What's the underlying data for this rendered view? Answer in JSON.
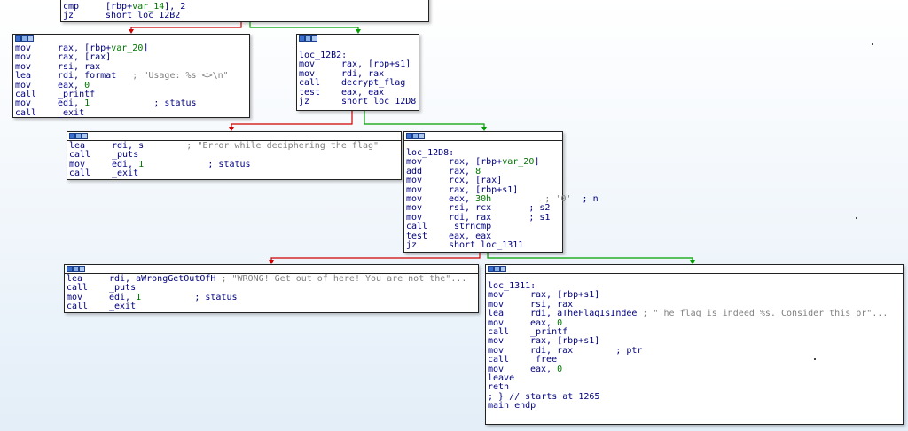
{
  "blocks": {
    "top": {
      "lines": [
        {
          "mn": "cmp",
          "op": "[rbp+",
          "var": "var_14",
          "rest": "], 2"
        },
        {
          "mn": "jz",
          "op": "short loc_12B2"
        }
      ]
    },
    "usage": {
      "lines": [
        {
          "mn": "mov",
          "op": "rax, [rbp+",
          "var": "var_20",
          "rest": "]"
        },
        {
          "mn": "mov",
          "op": "rax, [rax]"
        },
        {
          "mn": "mov",
          "op": "rsi, rax"
        },
        {
          "mn": "lea",
          "op": "rdi, format",
          "cm": "; \"Usage: %s <>\\n\""
        },
        {
          "mn": "mov",
          "op": "eax, ",
          "num": "0"
        },
        {
          "mn": "call",
          "op": "_printf"
        },
        {
          "mn": "mov",
          "op": "edi, ",
          "num": "1",
          "cm2": "; status"
        },
        {
          "mn": "call",
          "op": "_exit"
        }
      ]
    },
    "loc12b2": {
      "label": "loc_12B2:",
      "lines": [
        {
          "mn": "mov",
          "op": "rax, [rbp+s1]"
        },
        {
          "mn": "mov",
          "op": "rdi, rax"
        },
        {
          "mn": "call",
          "op": "decrypt_flag"
        },
        {
          "mn": "test",
          "op": "eax, eax"
        },
        {
          "mn": "jz",
          "op": "short loc_12D8"
        }
      ]
    },
    "error": {
      "lines": [
        {
          "mn": "lea",
          "op": "rdi, s",
          "cm": "; \"Error while deciphering the flag\""
        },
        {
          "mn": "call",
          "op": "_puts"
        },
        {
          "mn": "mov",
          "op": "edi, ",
          "num": "1",
          "cm2": "; status"
        },
        {
          "mn": "call",
          "op": "_exit"
        }
      ]
    },
    "loc12d8": {
      "label": "loc_12D8:",
      "lines": [
        {
          "mn": "mov",
          "op": "rax, [rbp+",
          "var": "var_20",
          "rest": "]"
        },
        {
          "mn": "add",
          "op": "rax, ",
          "num": "8"
        },
        {
          "mn": "mov",
          "op": "rcx, [rax]"
        },
        {
          "mn": "mov",
          "op": "rax, [rbp+s1]"
        },
        {
          "mn": "mov",
          "op": "edx, ",
          "num": "30h",
          "cm": " ; '0'",
          "cm2": "  ; n"
        },
        {
          "mn": "mov",
          "op": "rsi, rcx",
          "cm2": "       ; s2"
        },
        {
          "mn": "mov",
          "op": "rdi, rax",
          "cm2": "       ; s1"
        },
        {
          "mn": "call",
          "op": "_strncmp"
        },
        {
          "mn": "test",
          "op": "eax, eax"
        },
        {
          "mn": "jz",
          "op": "short loc_1311"
        }
      ]
    },
    "wrong": {
      "lines": [
        {
          "mn": "lea",
          "op": "rdi, aWrongGetOutOfH",
          "cm": " ; \"WRONG! Get out of here! You are not the\"..."
        },
        {
          "mn": "call",
          "op": "_puts"
        },
        {
          "mn": "mov",
          "op": "edi, ",
          "num": "1",
          "cm2": "          ; status"
        },
        {
          "mn": "call",
          "op": "_exit"
        }
      ]
    },
    "loc1311": {
      "label": "loc_1311:",
      "lines": [
        {
          "mn": "mov",
          "op": "rax, [rbp+s1]"
        },
        {
          "mn": "mov",
          "op": "rsi, rax"
        },
        {
          "mn": "lea",
          "op": "rdi, aTheFlagIsIndee",
          "cm": " ; \"The flag is indeed %s. Consider this pr\"..."
        },
        {
          "mn": "mov",
          "op": "eax, ",
          "num": "0"
        },
        {
          "mn": "call",
          "op": "_printf"
        },
        {
          "mn": "mov",
          "op": "rax, [rbp+s1]"
        },
        {
          "mn": "mov",
          "op": "rdi, rax",
          "cm2": "        ; ptr"
        },
        {
          "mn": "call",
          "op": "_free"
        },
        {
          "mn": "mov",
          "op": "eax, ",
          "num": "0"
        },
        {
          "mn": "leave",
          "op": ""
        },
        {
          "mn": "retn",
          "op": ""
        }
      ],
      "footer": [
        "; } // starts at 1265",
        "main endp"
      ]
    }
  },
  "colors": {
    "edge_true": "#00a000",
    "edge_false": "#d00000",
    "edge_normal": "#0000c0"
  }
}
